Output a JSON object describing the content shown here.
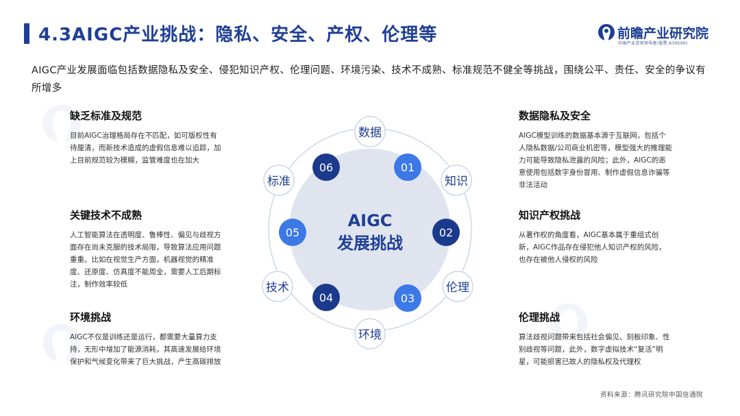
{
  "title": "4.3AIGC产业挑战：隐私、安全、产权、伦理等",
  "logo": {
    "name": "前瞻产业研究院",
    "subtitle": "中国产业咨询领导者(股票:839599)"
  },
  "intro": "AIGC产业发展面临包括数据隐私及安全、侵犯知识产权、伦理问题、环境污染、技术不成熟、标准规范不健全等挑战，围绕公平、责任、安全的争议有所增多",
  "center": {
    "line1": "AIGC",
    "line2": "发展挑战"
  },
  "orbit_labels": [
    "数据",
    "知识",
    "伦理",
    "环境",
    "技术",
    "标准"
  ],
  "nodes": [
    "01",
    "02",
    "03",
    "04",
    "05",
    "06"
  ],
  "blocks": {
    "b1": {
      "title": "缺乏标准及规范",
      "text": "目前AIGC治理格局存在不匹配，如可版权性有待厘清，而新技术造成的虚假信息难以追踪，加上目前规范较为模糊，监管难度也在加大"
    },
    "b2": {
      "title": "关键技术不成熟",
      "text": "人工智能算法在透明度、鲁棒性、偏见与歧视方面存在尚未克服的技术局限，导致算法应用问题重重。比如在视觉生产方面，机器视觉的精准度、还原度、仿真度不能周全，需要人工后期标注，制作效率较低"
    },
    "b3": {
      "title": "环境挑战",
      "text": "AIGC不仅是训练还是运行，都需要大量算力支持，无形中增加了能源消耗，其高速发展给环境保护和气候变化带来了巨大挑战，产生高碳排放"
    },
    "b4": {
      "title": "数据隐私及安全",
      "text": "AIGC模型训练的数据基本源于互联网，包括个人隐私数据/公司商业机密等，模型强大的推理能力可能导致隐私泄露的风险；此外，AIGC的恶意使用包括数字身份冒用、制作虚假信息诈骗等非法活动"
    },
    "b5": {
      "title": "知识产权挑战",
      "text": "从著作权的角度看，AIGC基本属于重组式创新，AIGC作品存在侵犯他人知识产权的风险，也存在被他人侵权的风险"
    },
    "b6": {
      "title": "伦理挑战",
      "text": "算法歧视问题带来包括社会偏见、刻板印象、性别歧视等问题，此外，数字虚拟技术“复活”明星，可能损害已故人的隐私权及代理权"
    }
  },
  "source": "资料来源：腾讯研究院中国信通院",
  "colors": {
    "brand": "#1f3f95",
    "node_dark": "#1c3a8c",
    "node_light": "#3c78e6",
    "center_fill": "#dfe4ef",
    "ring": "#cdd6ea"
  }
}
